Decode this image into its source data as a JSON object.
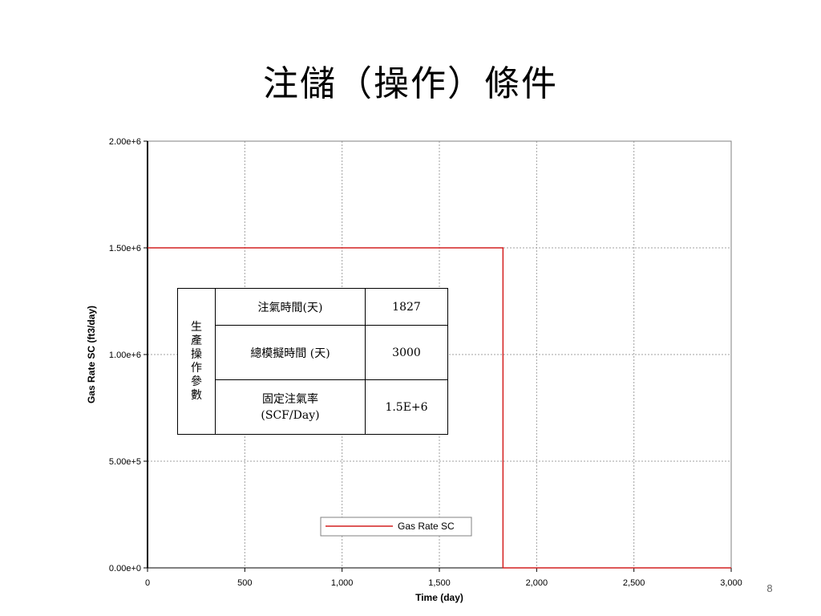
{
  "slide": {
    "title": "注儲（操作）條件",
    "page_number": "8"
  },
  "params_table": {
    "group_label": "生產操作參數",
    "rows": [
      {
        "name": "注氣時間(天)",
        "value": "1827"
      },
      {
        "name": "總模擬時間 (天)",
        "value": "3000"
      },
      {
        "name_line1": "固定注氣率",
        "name_line2": "(SCF/Day)",
        "value": "1.5E+6"
      }
    ]
  },
  "colors": {
    "series": "#d42020",
    "grid": "#a0a0a0",
    "axis": "#000000"
  },
  "chart_data": {
    "type": "line",
    "xlabel": "Time (day)",
    "ylabel": "Gas Rate SC (ft3/day)",
    "xlim": [
      0,
      3000
    ],
    "ylim": [
      0,
      2000000
    ],
    "xticks": [
      0,
      500,
      1000,
      1500,
      2000,
      2500,
      3000
    ],
    "xtick_labels": [
      "0",
      "500",
      "1,000",
      "1,500",
      "2,000",
      "2,500",
      "3,000"
    ],
    "yticks": [
      0,
      500000,
      1000000,
      1500000,
      2000000
    ],
    "ytick_labels": [
      "0.00e+0",
      "5.00e+5",
      "1.00e+6",
      "1.50e+6",
      "2.00e+6"
    ],
    "grid": true,
    "legend_position": "bottom-center",
    "series": [
      {
        "name": "Gas Rate SC",
        "x": [
          0,
          1827,
          1827,
          3000
        ],
        "y": [
          1500000,
          1500000,
          0,
          0
        ]
      }
    ]
  }
}
